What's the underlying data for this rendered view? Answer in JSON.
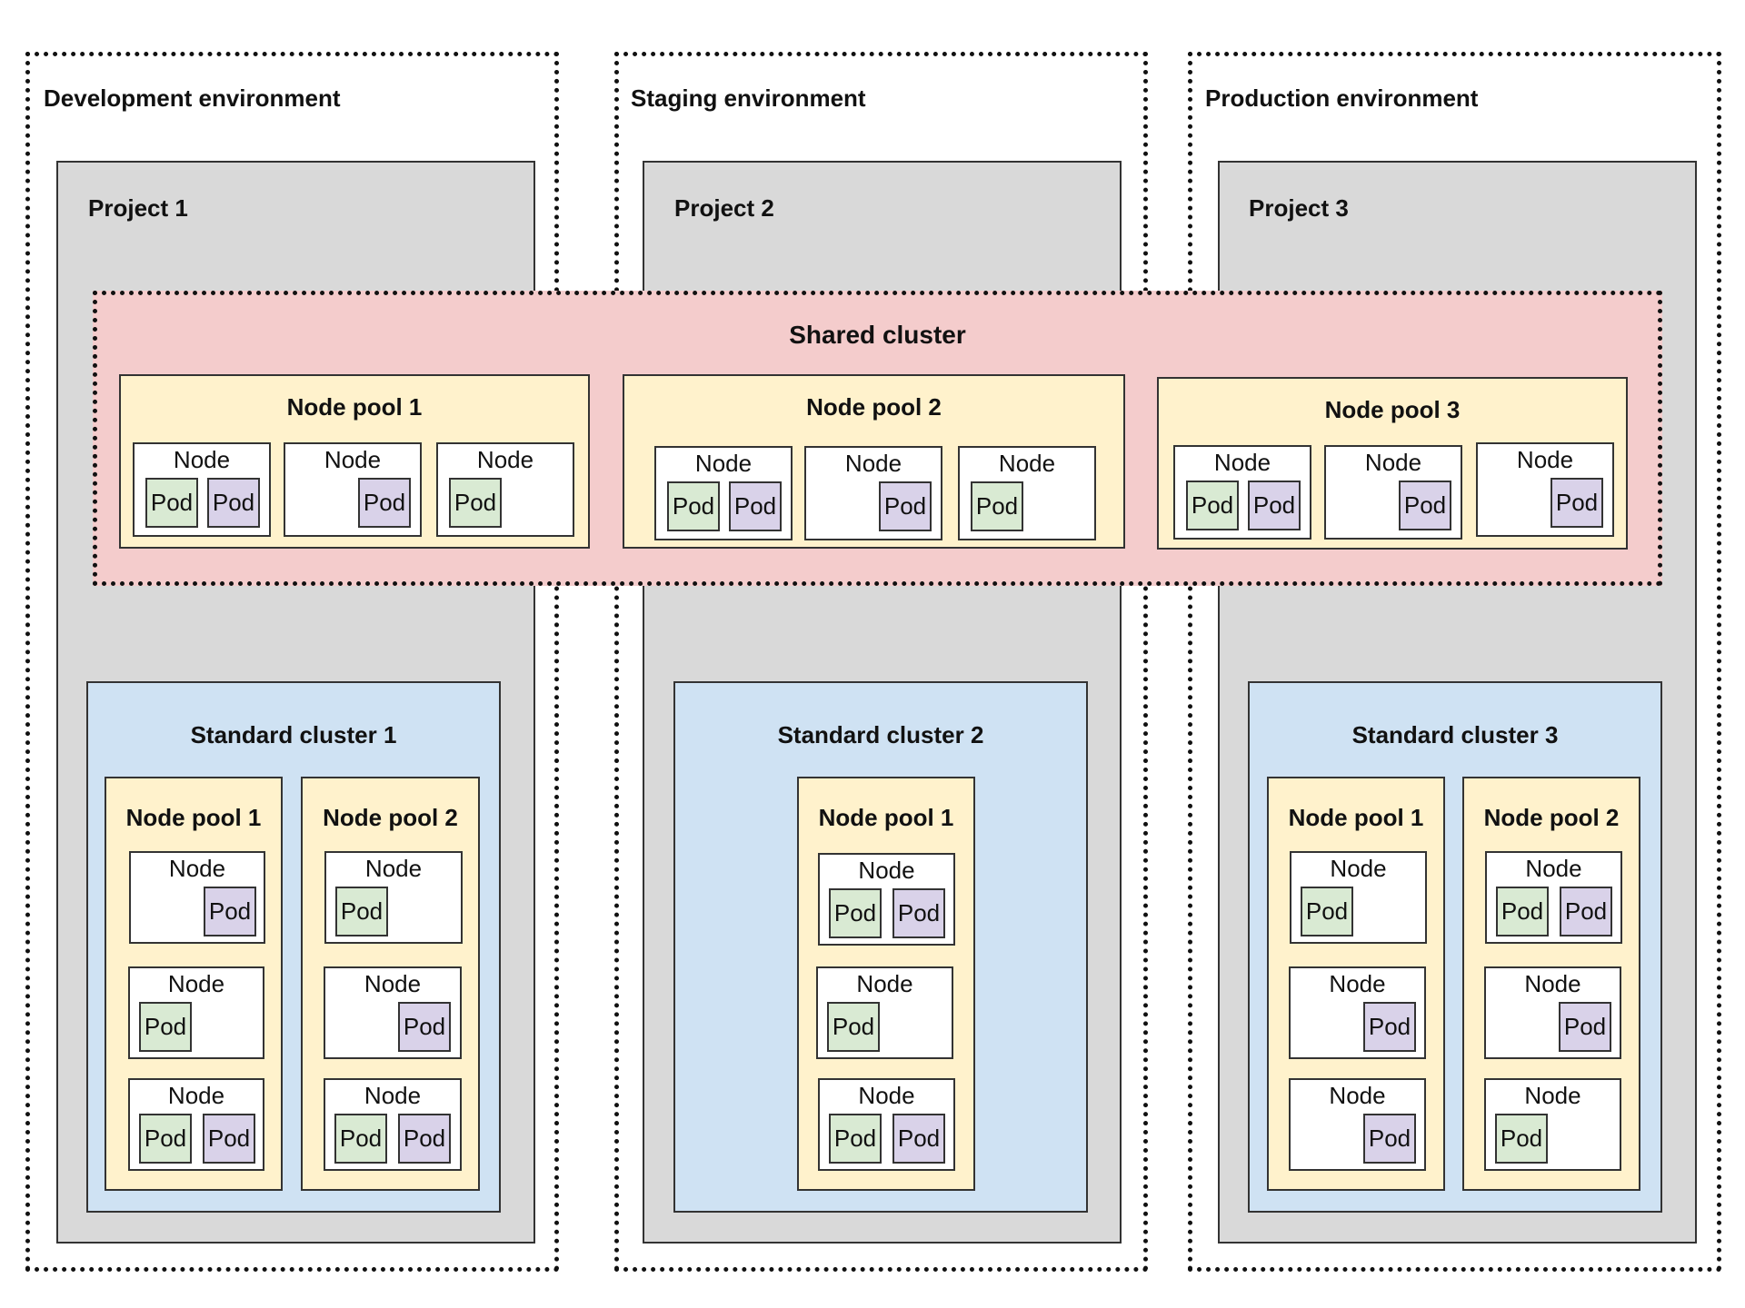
{
  "environments": {
    "development": "Development environment",
    "staging": "Staging environment",
    "production": "Production environment"
  },
  "projects": {
    "p1": "Project 1",
    "p2": "Project 2",
    "p3": "Project 3"
  },
  "shared_cluster": {
    "title": "Shared cluster",
    "pools": [
      "Node pool 1",
      "Node pool 2",
      "Node pool 3"
    ]
  },
  "standard_clusters": {
    "c1": {
      "title": "Standard cluster 1",
      "pools": [
        "Node pool 1",
        "Node pool 2"
      ]
    },
    "c2": {
      "title": "Standard cluster 2",
      "pools": [
        "Node pool 1"
      ]
    },
    "c3": {
      "title": "Standard cluster 3",
      "pools": [
        "Node pool 1",
        "Node pool 2"
      ]
    }
  },
  "labels": {
    "node": "Node",
    "pod": "Pod"
  },
  "colors": {
    "project": "#d9d9d9",
    "shared_cluster": "#f4cccc",
    "standard_cluster": "#cfe2f3",
    "node_pool": "#fff2cc",
    "pod_green": "#d9ead3",
    "pod_purple": "#d9d2e9"
  }
}
